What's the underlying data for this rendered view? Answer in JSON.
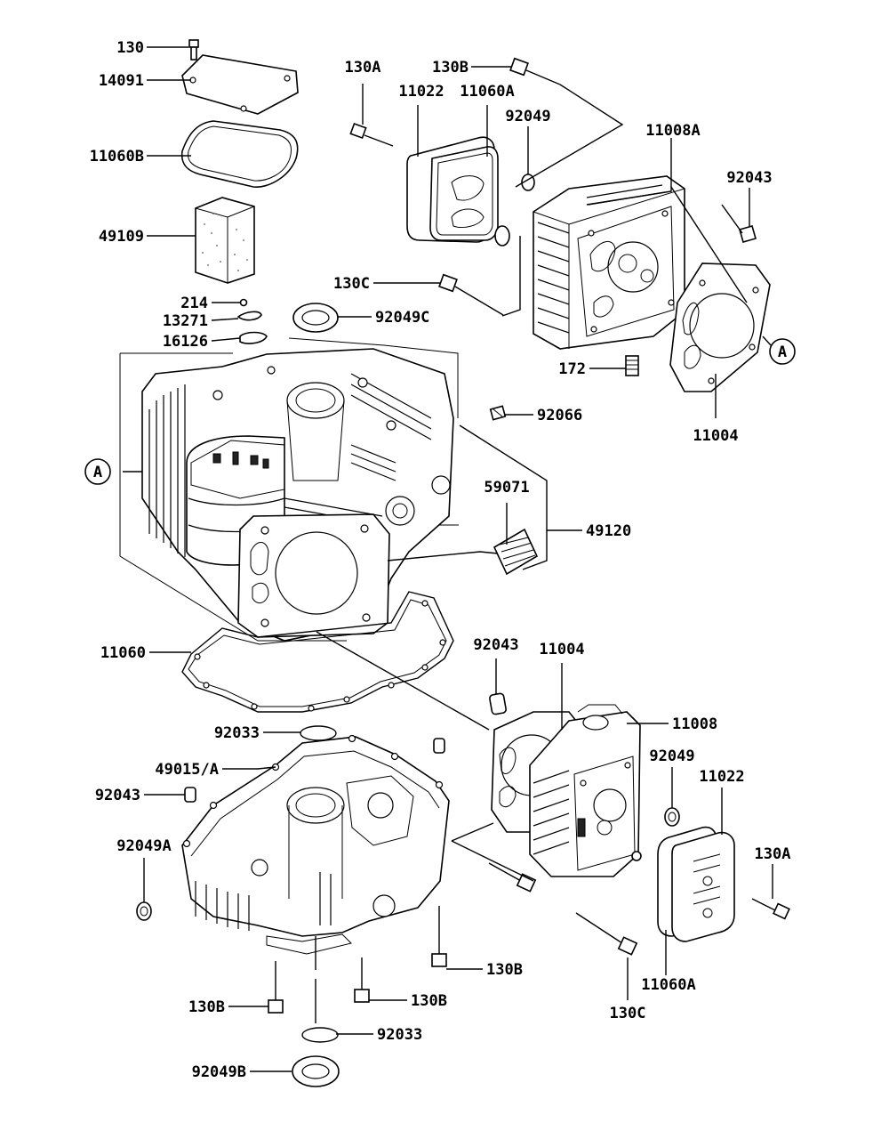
{
  "diagram": {
    "callouts": {
      "p130_top": "130",
      "p14091": "14091",
      "p11060B": "11060B",
      "p49109": "49109",
      "p130A_top": "130A",
      "p130B_top": "130B",
      "p11022_top": "11022",
      "p11060A_top": "11060A",
      "p92049_top": "92049",
      "p11008A": "11008A",
      "p92043_top": "92043",
      "p130C_top": "130C",
      "p214": "214",
      "p13271": "13271",
      "p92049C": "92049C",
      "p16126": "16126",
      "p172": "172",
      "p11004_top": "11004",
      "p92066": "92066",
      "p59071": "59071",
      "p49120": "49120",
      "p11060": "11060",
      "p92043_mid": "92043",
      "p11004_mid": "11004",
      "p11008": "11008",
      "p92033_top": "92033",
      "p49015A": "49015/A",
      "p92049_bot": "92049",
      "p11022_bot": "11022",
      "p92043_left": "92043",
      "p92049A": "92049A",
      "p130A_bot": "130A",
      "p130B_mid": "130B",
      "p130B_low": "130B",
      "p130B_left": "130B",
      "p11060A_bot": "11060A",
      "p130C_bot": "130C",
      "p92033_bot": "92033",
      "p92049B": "92049B"
    },
    "reference_markers": {
      "a_right": "A",
      "a_left": "A"
    }
  }
}
